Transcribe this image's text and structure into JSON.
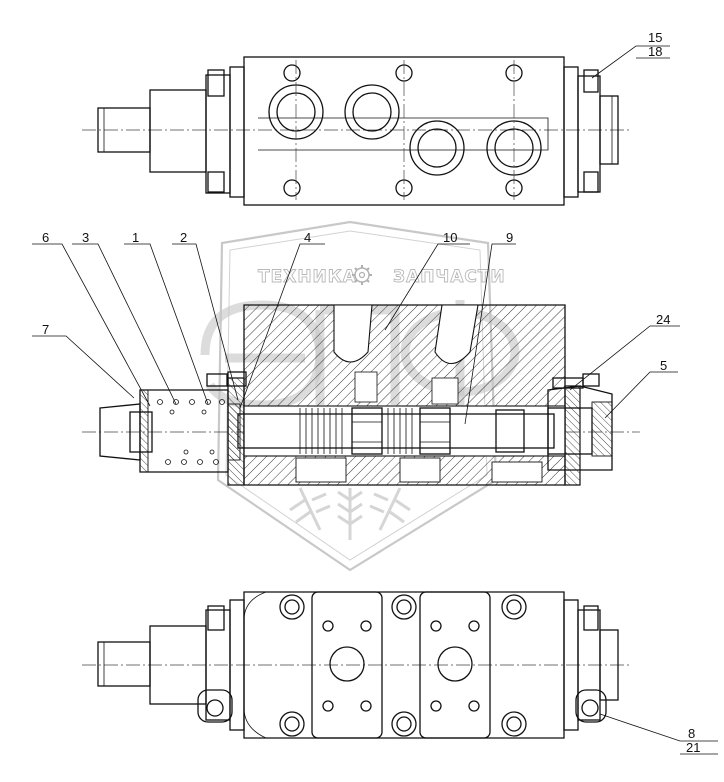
{
  "watermark": {
    "left_text": "ТЕХНИКА",
    "right_text": "ЗАПЧАСТИ",
    "gear_icon": "gear-icon",
    "emblem_letters": "ЭПФ"
  },
  "callouts": {
    "c1": "1",
    "c2": "2",
    "c3": "3",
    "c4": "4",
    "c5": "5",
    "c6": "6",
    "c7": "7",
    "c8": "8",
    "c9": "9",
    "c10": "10",
    "c15": "15",
    "c18": "18",
    "c21": "21",
    "c24": "24"
  }
}
